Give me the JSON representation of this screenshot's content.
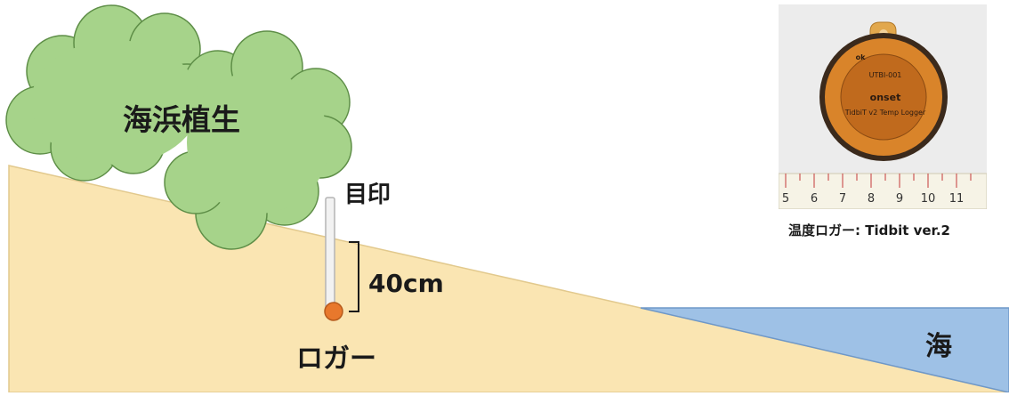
{
  "labels": {
    "vegetation": "海浜植生",
    "marker": "目印",
    "depth": "40cm",
    "logger": "ロガー",
    "sea": "海",
    "photo_caption": "温度ロガー: Tidbit ver.2"
  },
  "device_photo": {
    "brand_logo": "onset",
    "model_text": "UTBI-001",
    "ring_text": "TidbiT v2 Temp Logger",
    "ok_mark": "ok",
    "ruler_ticks": [
      "5",
      "6",
      "7",
      "8",
      "9",
      "10",
      "11"
    ]
  },
  "colors": {
    "bush": "#a6d38a",
    "bush_outline": "#5e8e47",
    "ground": "#fae5b2",
    "sea": "#9ec1e6",
    "logger": "#e8782c",
    "device": "#d9842a"
  }
}
